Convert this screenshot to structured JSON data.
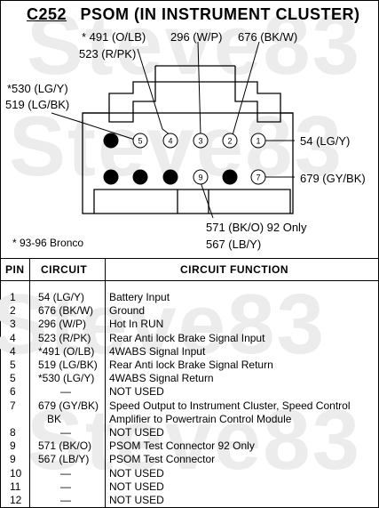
{
  "header": {
    "connector_code": "C252",
    "title": "PSOM (IN INSTRUMENT CLUSTER)"
  },
  "watermark": "Steve83",
  "diagram": {
    "top_wires": [
      {
        "circuit": "* 491 (O/LB)"
      },
      {
        "circuit": "296 (W/P)"
      },
      {
        "circuit": "676 (BK/W)"
      },
      {
        "circuit": "523 (R/PK)"
      },
      {
        "circuit": "*530 (LG/Y)"
      },
      {
        "circuit": "519 (LG/BK)"
      }
    ],
    "right_wires": [
      {
        "circuit": "54 (LG/Y)"
      },
      {
        "circuit": "679 (GY/BK)"
      }
    ],
    "bottom_wires": [
      {
        "circuit": "571 (BK/O) 92 Only"
      },
      {
        "circuit": "567 (LB/Y)"
      }
    ],
    "top_row_pins": [
      "5",
      "4",
      "3",
      "2",
      "1"
    ],
    "bottom_row_pins": [
      "9",
      "7"
    ],
    "footnote": "* 93-96 Bronco"
  },
  "table": {
    "headers": {
      "pin": "PIN",
      "circuit": "CIRCUIT",
      "function": "CIRCUIT FUNCTION"
    },
    "rows": [
      {
        "pin": "1",
        "circuit": "54 (LG/Y)",
        "function": "Battery Input"
      },
      {
        "pin": "2",
        "circuit": "676 (BK/W)",
        "function": "Ground"
      },
      {
        "pin": "3",
        "circuit": "296 (W/P)",
        "function": "Hot In RUN"
      },
      {
        "pin": "4",
        "circuit": "523 (R/PK)",
        "function": "Rear Anti lock Brake Signal Input"
      },
      {
        "pin": "4",
        "circuit": "*491 (O/LB)",
        "function": "4WABS Signal Input"
      },
      {
        "pin": "5",
        "circuit": "519 (LG/BK)",
        "function": "Rear Anti lock Brake Signal Return"
      },
      {
        "pin": "5",
        "circuit": "*530 (LG/Y)",
        "function": "4WABS Signal Return"
      },
      {
        "pin": "6",
        "circuit": "—",
        "function": "NOT USED"
      },
      {
        "pin": "7",
        "circuit": "679 (GY/BK)",
        "function": "Speed Output to Instrument Cluster, Speed Control"
      },
      {
        "pin": "",
        "circuit": "BK",
        "function": "Amplifier to Powertrain Control Module"
      },
      {
        "pin": "8",
        "circuit": "—",
        "function": "NOT USED"
      },
      {
        "pin": "9",
        "circuit": "571 (BK/O)",
        "function": "PSOM Test Connector 92 Only"
      },
      {
        "pin": "9",
        "circuit": "567 (LB/Y)",
        "function": "PSOM Test Connector"
      },
      {
        "pin": "10",
        "circuit": "—",
        "function": "NOT USED"
      },
      {
        "pin": "11",
        "circuit": "—",
        "function": "NOT USED"
      },
      {
        "pin": "12",
        "circuit": "—",
        "function": "NOT USED"
      }
    ]
  }
}
